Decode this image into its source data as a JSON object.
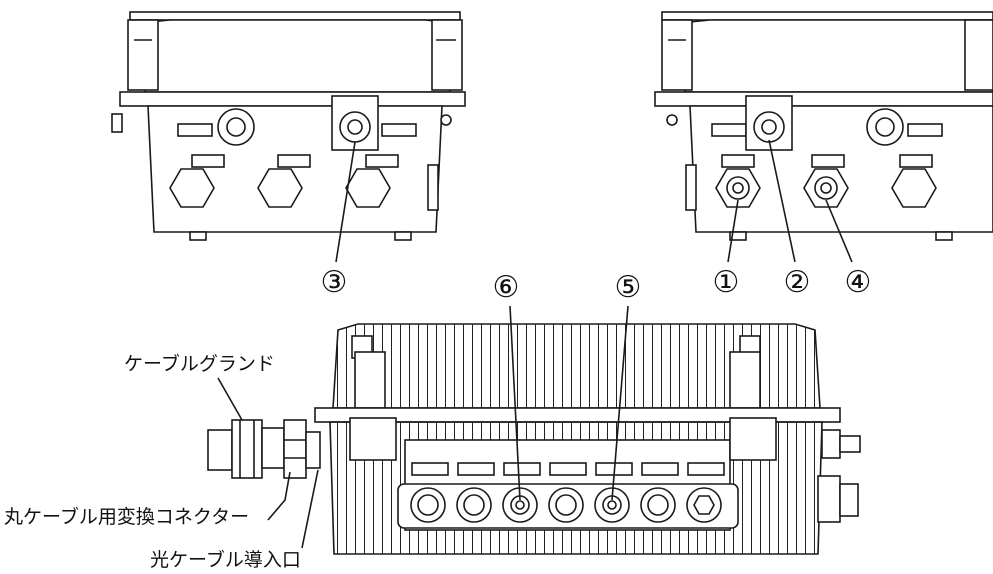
{
  "callouts": [
    {
      "id": "c3",
      "text": "③"
    },
    {
      "id": "c1",
      "text": "①"
    },
    {
      "id": "c2",
      "text": "②"
    },
    {
      "id": "c4",
      "text": "④"
    },
    {
      "id": "c6",
      "text": "⑥"
    },
    {
      "id": "c5",
      "text": "⑤"
    }
  ],
  "labels": {
    "cable_gland": "ケーブルグランド",
    "round_cable_adapter": "丸ケーブル用変換コネクター",
    "optical_cable_inlet": "光ケーブル導入口"
  },
  "colors": {
    "line": "#1a1a1a",
    "background": "#ffffff"
  }
}
